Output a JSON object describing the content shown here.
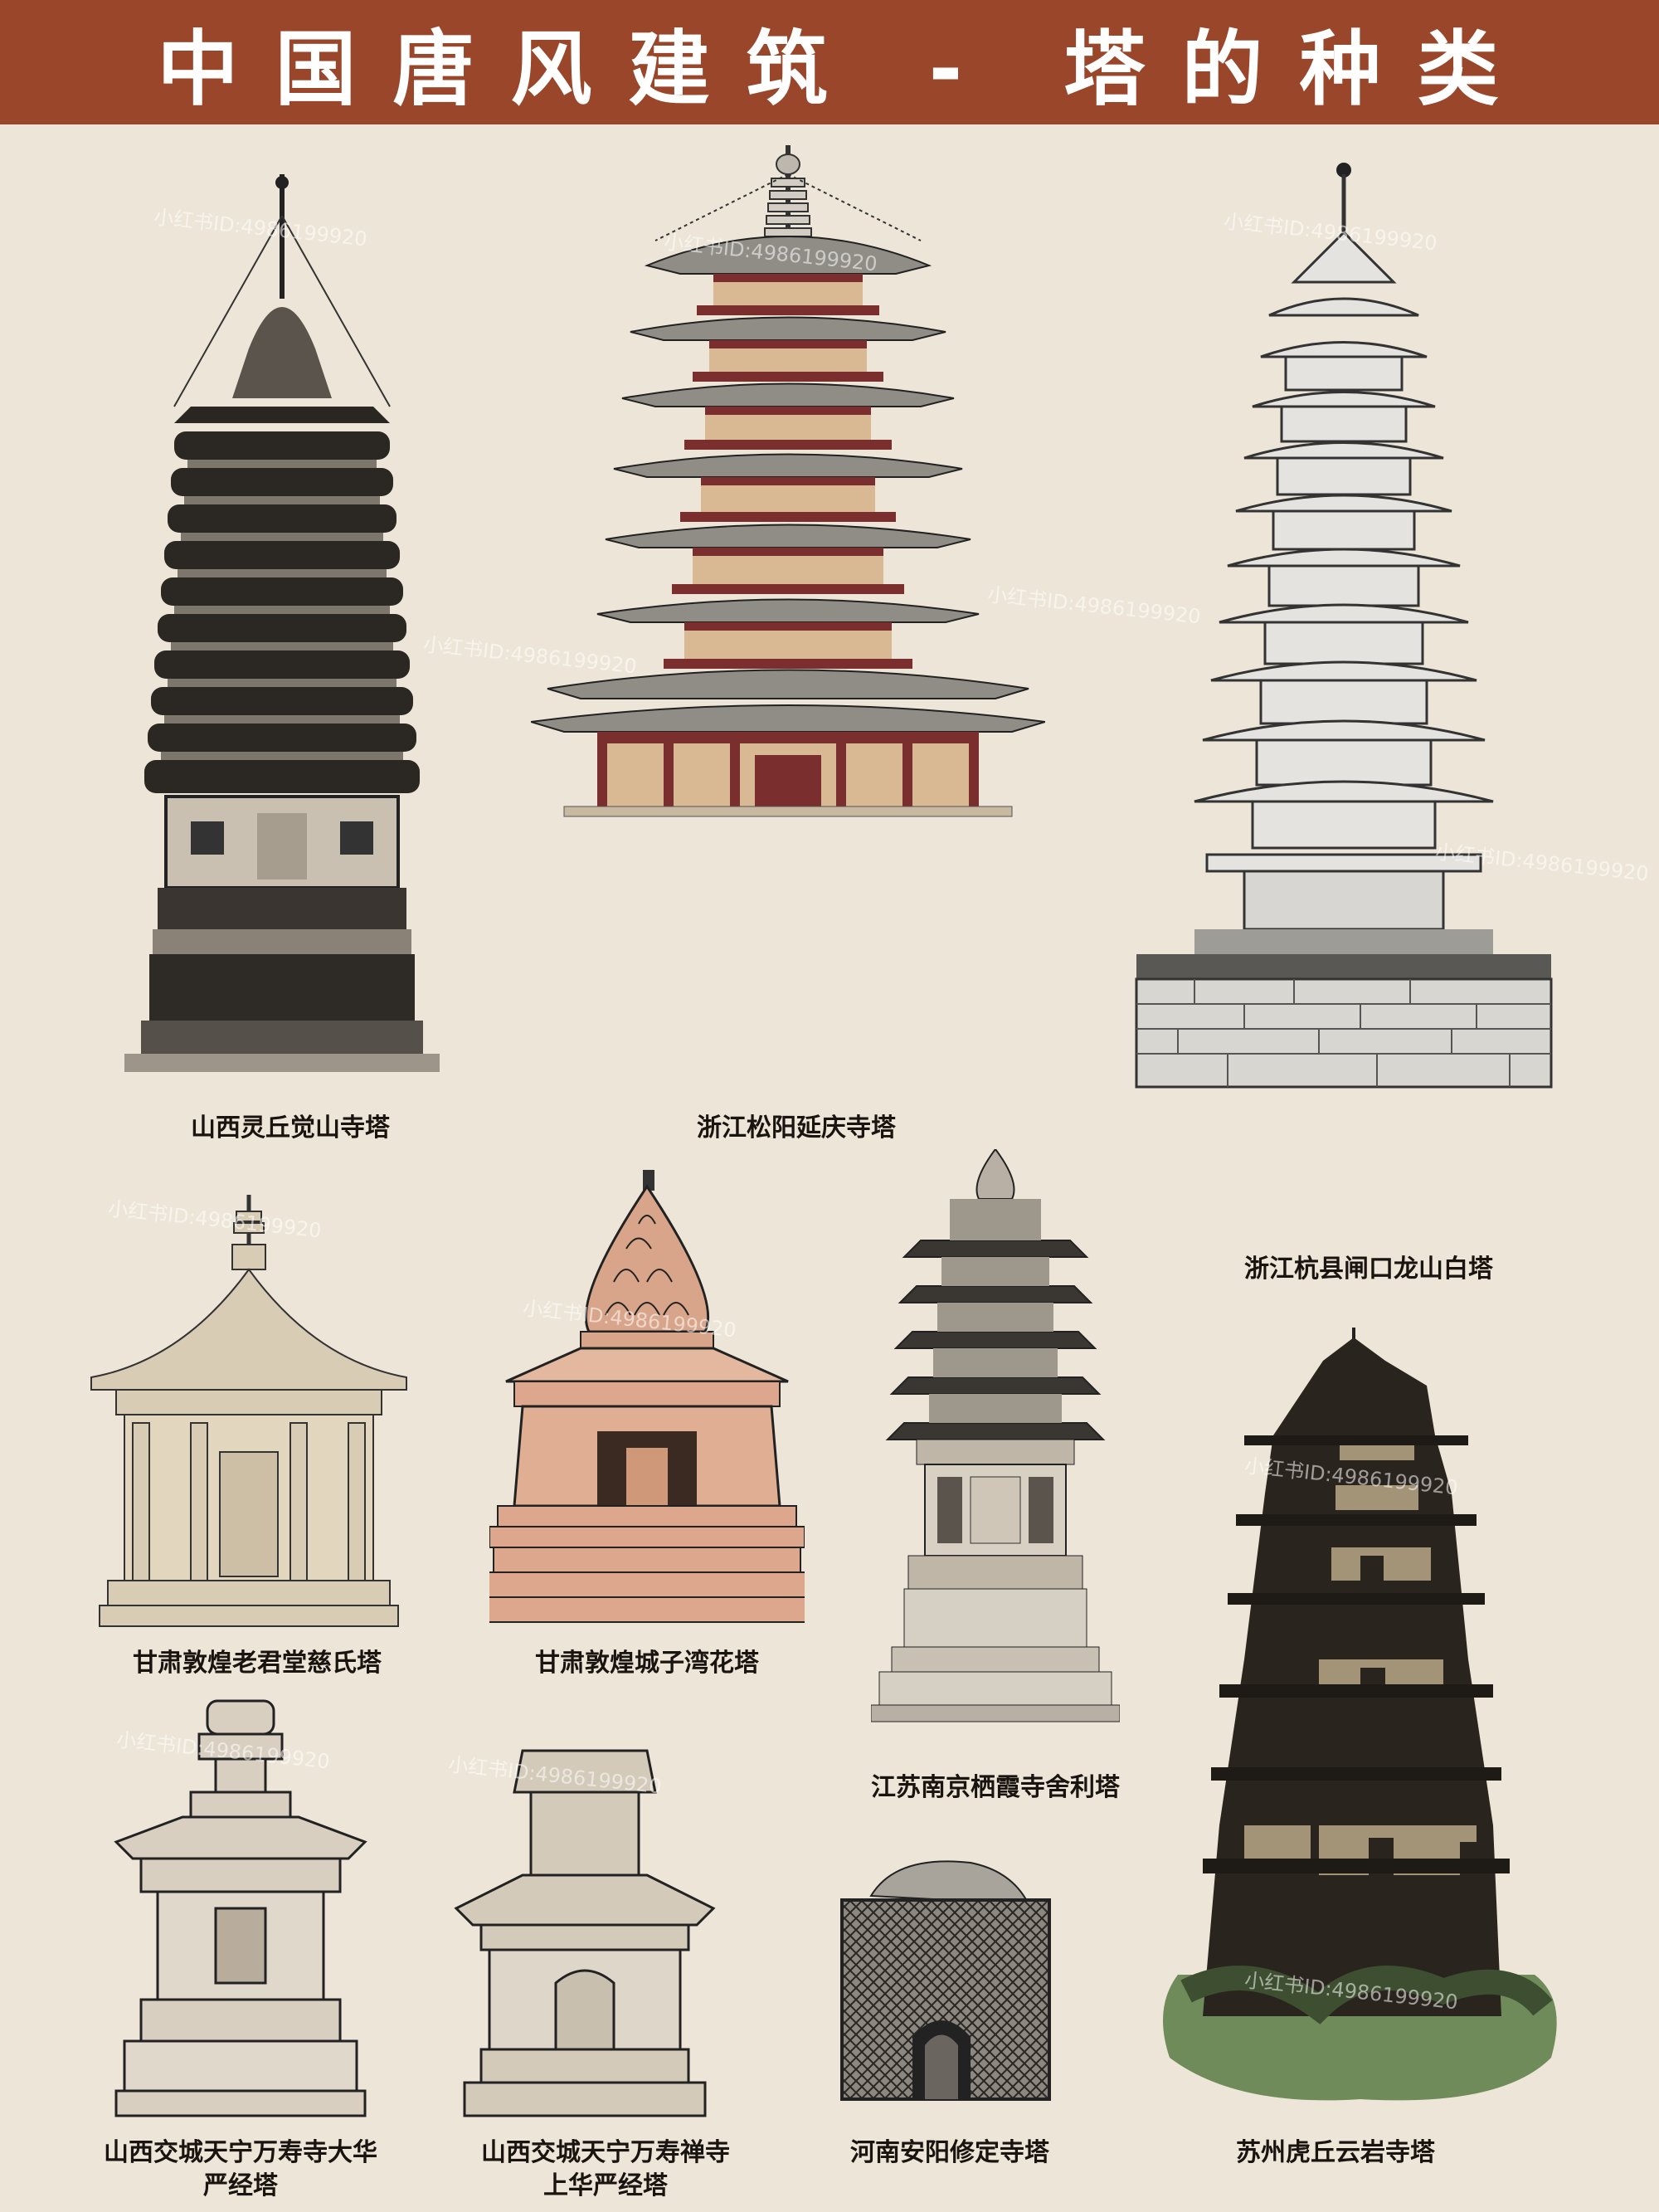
{
  "page": {
    "title": "中国唐风建筑 - 塔的种类",
    "background_color": "#ede5d8",
    "title_bar_color": "#9a462a",
    "watermark": "小红书ID:4986199920"
  },
  "pagodas": [
    {
      "caption": "山西灵丘觉山寺塔",
      "style": "dense-eave brick pagoda, dark ink"
    },
    {
      "caption": "浙江松阳延庆寺塔",
      "style": "multi-storey timber pavilion pagoda, red columns, grey roofs"
    },
    {
      "caption": "浙江杭县闸口龙山白塔",
      "style": "slender multi-eave stone pagoda on masonry plinth"
    },
    {
      "caption": "甘肃敦煌老君堂慈氏塔",
      "style": "single-storey timber pavilion pagoda"
    },
    {
      "caption": "甘肃敦煌城子湾花塔",
      "style": "flower pagoda, salmon-pink"
    },
    {
      "caption": "江苏南京栖霞寺舍利塔",
      "style": "stone sarira pagoda"
    },
    {
      "caption": "苏州虎丘云岩寺塔",
      "style": "leaning brick pagoda over green trees"
    },
    {
      "caption_line1": "山西交城天宁万寿寺大华",
      "caption_line2": "严经塔",
      "style": "stone sutra pillar pagoda"
    },
    {
      "caption_line1": "山西交城天宁万寿禅寺",
      "caption_line2": "上华严经塔",
      "style": "stone sutra pagoda"
    },
    {
      "caption": "河南安阳修定寺塔",
      "style": "square brick pagoda with lattice relief"
    }
  ]
}
